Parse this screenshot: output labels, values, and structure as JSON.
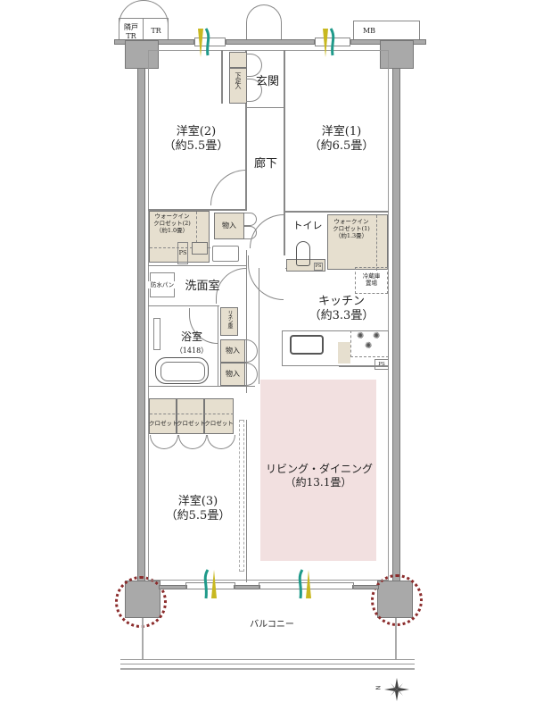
{
  "floorplan": {
    "rooms": {
      "western_room_1": {
        "name": "洋室(1)",
        "size": "（約6.5畳）"
      },
      "western_room_2": {
        "name": "洋室(2)",
        "size": "（約5.5畳）"
      },
      "western_room_3": {
        "name": "洋室(3)",
        "size": "（約5.5畳）"
      },
      "entrance": {
        "name": "玄関"
      },
      "hallway": {
        "name": "廊下"
      },
      "toilet": {
        "name": "トイレ"
      },
      "walk_in_closet_1": {
        "name_line1": "ウォークイン",
        "name_line2": "クロゼット(1)",
        "size": "（約1.3畳）"
      },
      "walk_in_closet_2": {
        "name_line1": "ウォークイン",
        "name_line2": "クロゼット(2)",
        "size": "（約1.0畳）"
      },
      "kitchen": {
        "name": "キッチン",
        "size": "（約3.3畳）"
      },
      "washroom": {
        "name": "洗面室"
      },
      "bathroom": {
        "name": "浴室",
        "size": "（1418）"
      },
      "living_dining": {
        "name": "リビング・ダイニング",
        "size": "（約13.1畳）"
      },
      "balcony": {
        "name": "バルコニー"
      }
    },
    "fixtures": {
      "shoe_storage": "下足入",
      "storage_a": "物入",
      "storage_b": "物入",
      "storage_c": "物入",
      "linen_storage": "リネン庫",
      "waterproof_pan": "防水パン",
      "fridge_space_line1": "冷蔵庫",
      "fridge_space_line2": "置場",
      "ps_1": "PS",
      "ps_2": "PS",
      "ps_3": "PS",
      "closet_1": "クロゼット",
      "closet_2": "クロゼット",
      "closet_3": "クロゼット"
    },
    "exterior": {
      "neighbor_tr": "隣戸",
      "tr_left": "TR",
      "tr_right": "TR",
      "mb": "MB"
    },
    "compass": {
      "north_label": "N"
    },
    "colors": {
      "wall": "#a9a9a9",
      "storage": "#e6dfcf",
      "living_highlight": "#f2e0e0",
      "ring": "#8b2c2c",
      "vent_yellow": "#c8b820",
      "vent_teal": "#1f9a8a"
    }
  }
}
